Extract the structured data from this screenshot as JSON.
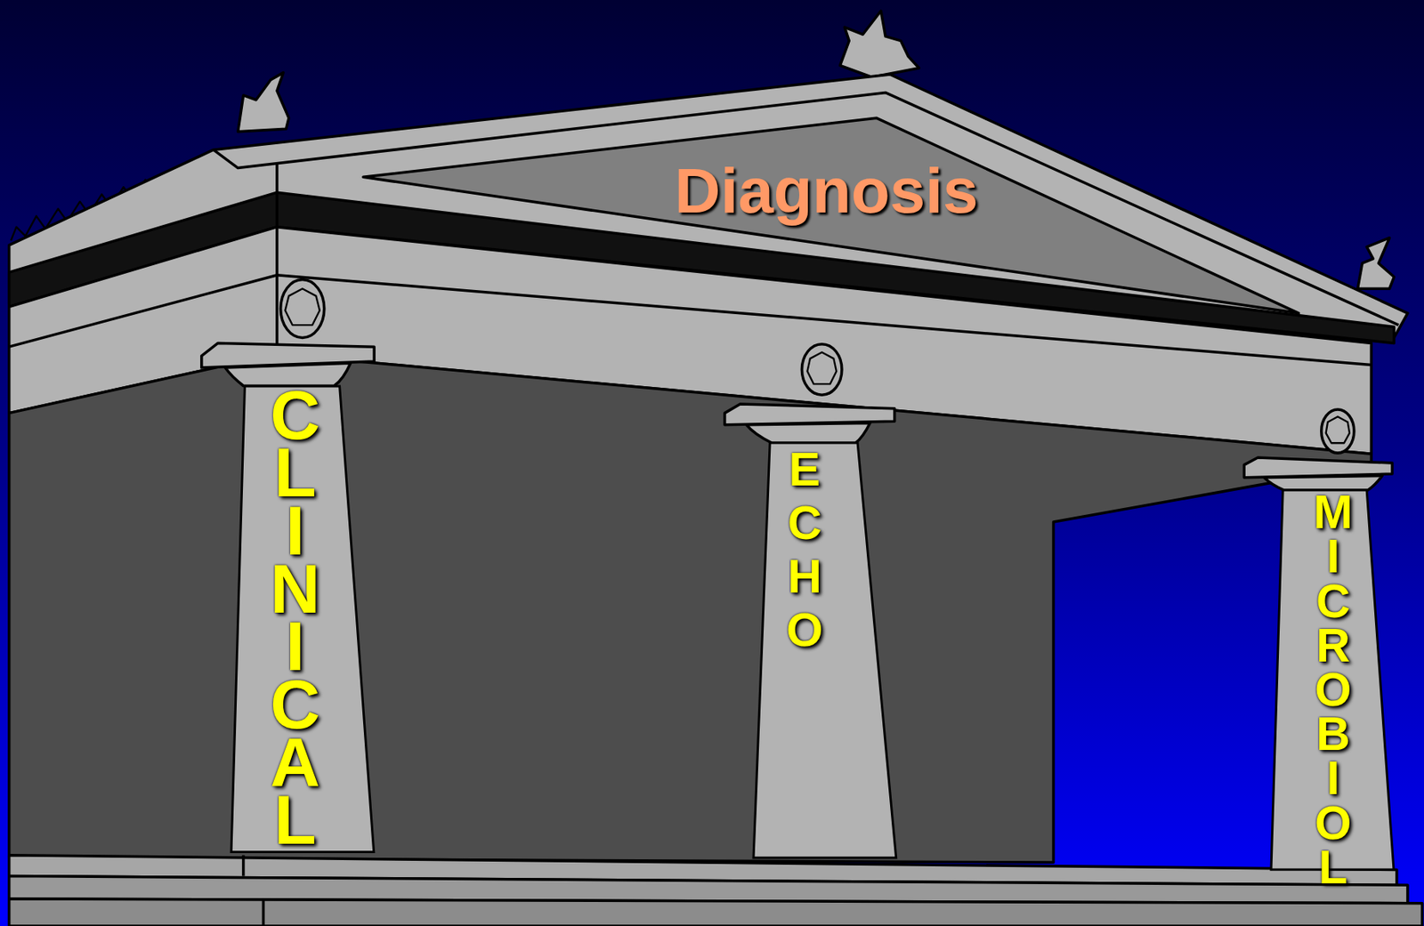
{
  "diagram": {
    "nodes": [
      {
        "text": [
          "Diagnosis"
        ]
      },
      {
        "text": [
          "CLINICAL"
        ]
      },
      {
        "text": [
          "ECHO"
        ]
      },
      {
        "text": [
          "MICROBIOL"
        ]
      }
    ]
  }
}
